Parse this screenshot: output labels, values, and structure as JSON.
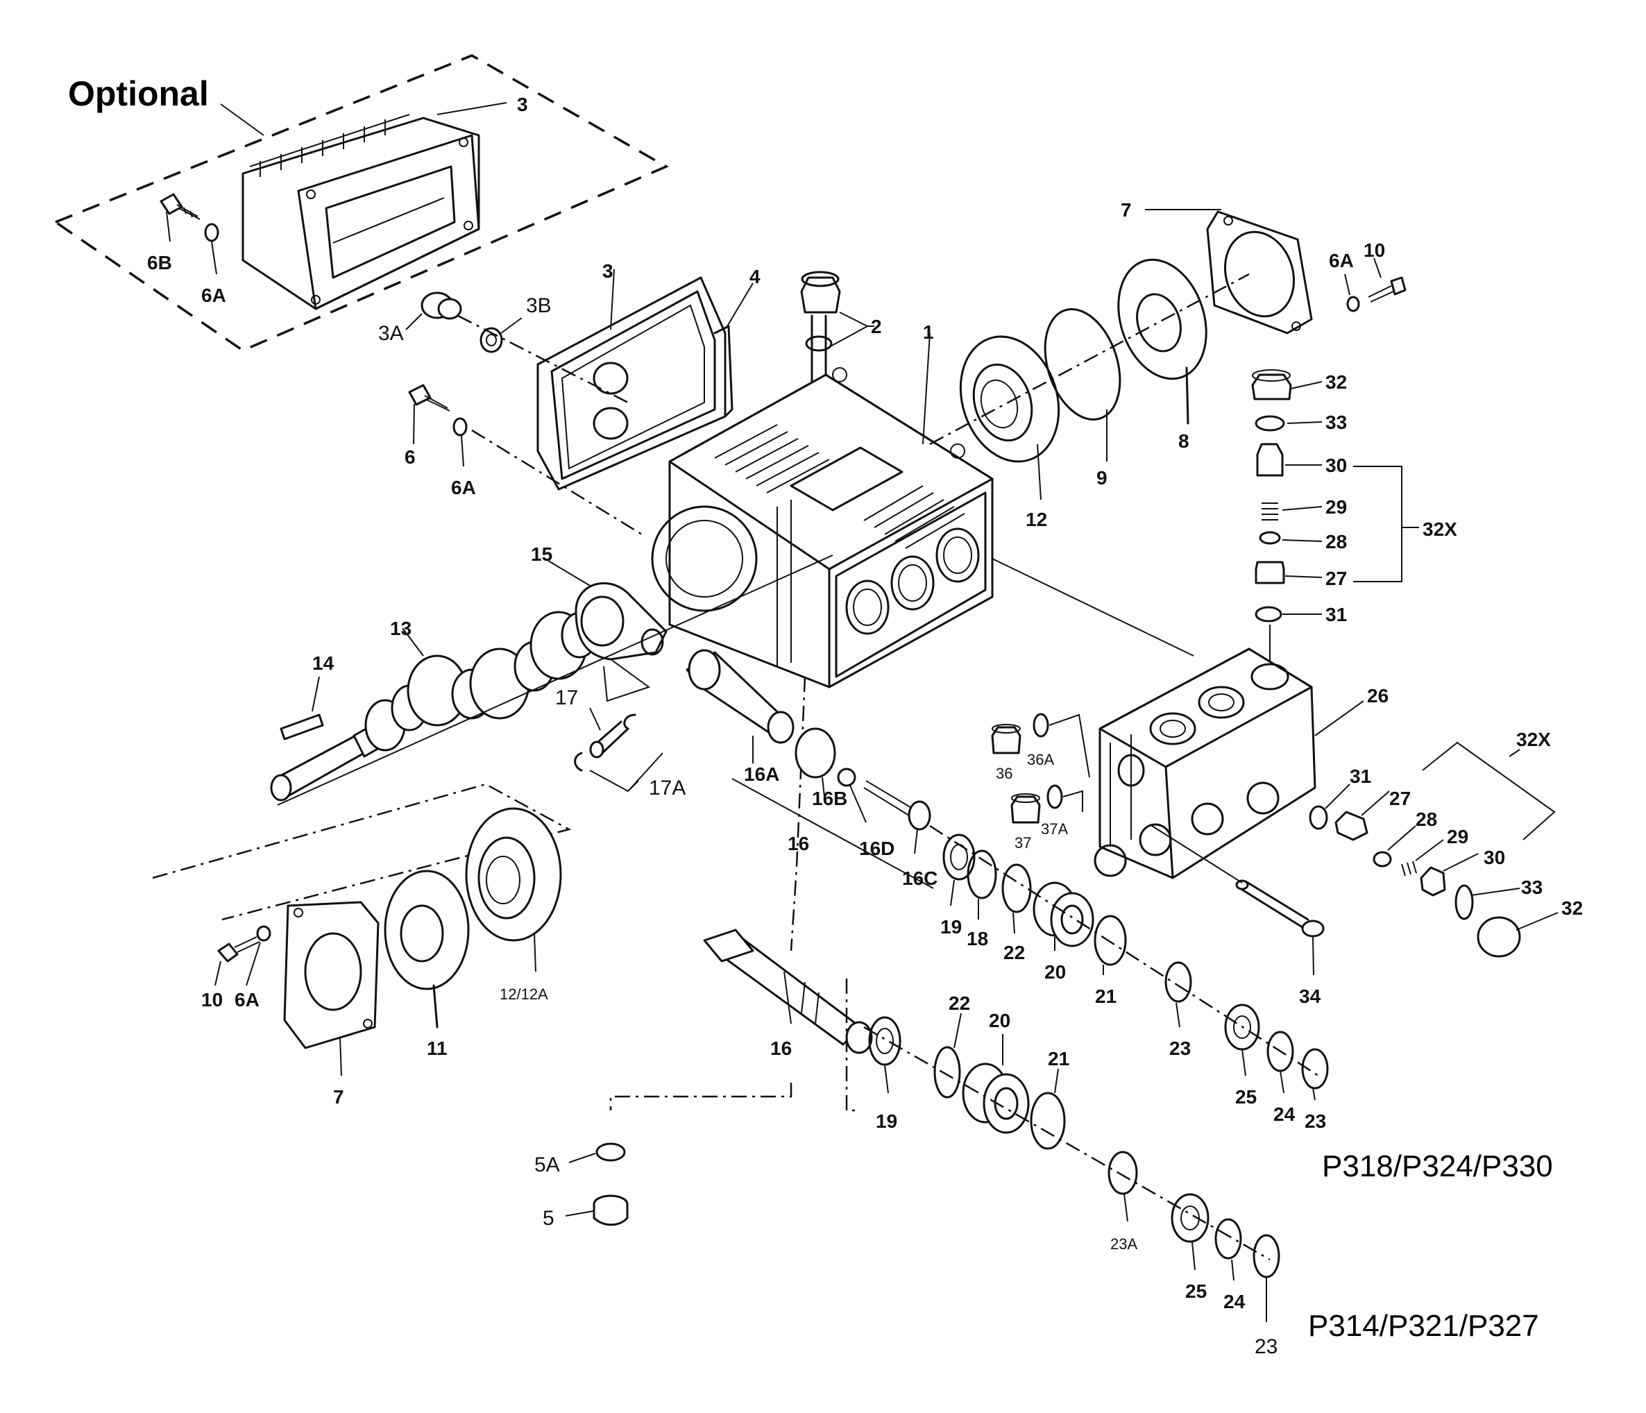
{
  "optional_label": "Optional",
  "models": [
    "P318/P324/P330",
    "P314/P321/P327"
  ],
  "part_labels": {
    "p1": "1",
    "p2": "2",
    "p3a": "3",
    "p3b": "3",
    "p3A": "3A",
    "p3B": "3B",
    "p4": "4",
    "p5": "5",
    "p5A": "5A",
    "p6": "6",
    "p6A_a": "6A",
    "p6A_b": "6A",
    "p6A_c": "6A",
    "p6A_d": "6A",
    "p6B": "6B",
    "p7a": "7",
    "p7b": "7",
    "p8": "8",
    "p9": "9",
    "p10a": "10",
    "p10b": "10",
    "p11": "11",
    "p12": "12",
    "p12_12A": "12/12A",
    "p13": "13",
    "p14": "14",
    "p15": "15",
    "p16a": "16",
    "p16b": "16",
    "p16A": "16A",
    "p16B": "16B",
    "p16C": "16C",
    "p16D": "16D",
    "p17": "17",
    "p17A": "17A",
    "p18": "18",
    "p19a": "19",
    "p19b": "19",
    "p20a": "20",
    "p20b": "20",
    "p21a": "21",
    "p21b": "21",
    "p22a": "22",
    "p22b": "22",
    "p23a": "23",
    "p23b": "23",
    "p23c": "23",
    "p23A": "23A",
    "p24a": "24",
    "p24b": "24",
    "p25a": "25",
    "p25b": "25",
    "p26": "26",
    "p27a": "27",
    "p27b": "27",
    "p28a": "28",
    "p28b": "28",
    "p29a": "29",
    "p29b": "29",
    "p30a": "30",
    "p30b": "30",
    "p31a": "31",
    "p31b": "31",
    "p32a": "32",
    "p32b": "32",
    "p32Xa": "32X",
    "p32Xb": "32X",
    "p33a": "33",
    "p33b": "33",
    "p34": "34",
    "p36": "36",
    "p36A": "36A",
    "p37": "37",
    "p37A": "37A"
  }
}
